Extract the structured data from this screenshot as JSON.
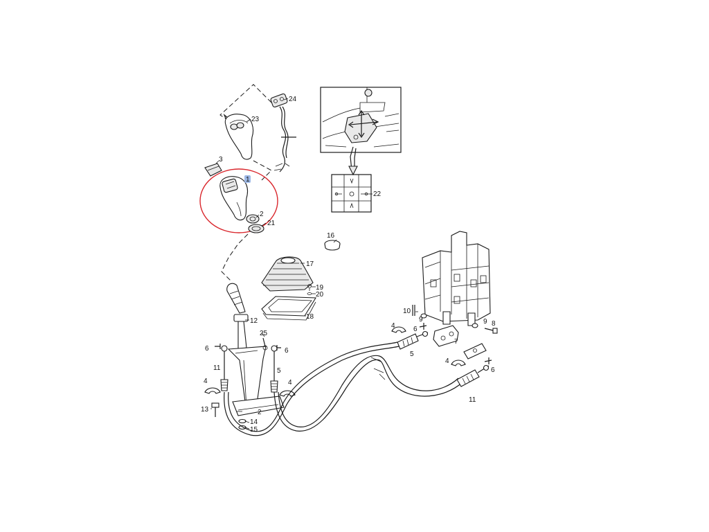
{
  "diagram": {
    "highlight_color": "#d9262c",
    "badge_color": "#9db8e6",
    "callouts": {
      "n1": "1",
      "n2_top": "2",
      "n2_bottom": "2",
      "n3": "3",
      "n4_left_a": "4",
      "n4_left_b": "4",
      "n4_right_a": "4",
      "n4_right_b": "4",
      "n5_left": "5",
      "n5_right": "5",
      "n6_left": "6",
      "n6_center": "6",
      "n6_right_a": "6",
      "n6_right_b": "6",
      "n7": "7",
      "n8": "8",
      "n9_a": "9",
      "n9_b": "9",
      "n10": "10",
      "n11_left": "11",
      "n11_right": "11",
      "n12": "12",
      "n13": "13",
      "n14": "14",
      "n15": "15",
      "n16": "16",
      "n17": "17",
      "n18": "18",
      "n19": "19",
      "n20": "20",
      "n21": "21",
      "n22": "22",
      "n23": "23",
      "n24": "24",
      "n25": "25"
    }
  }
}
